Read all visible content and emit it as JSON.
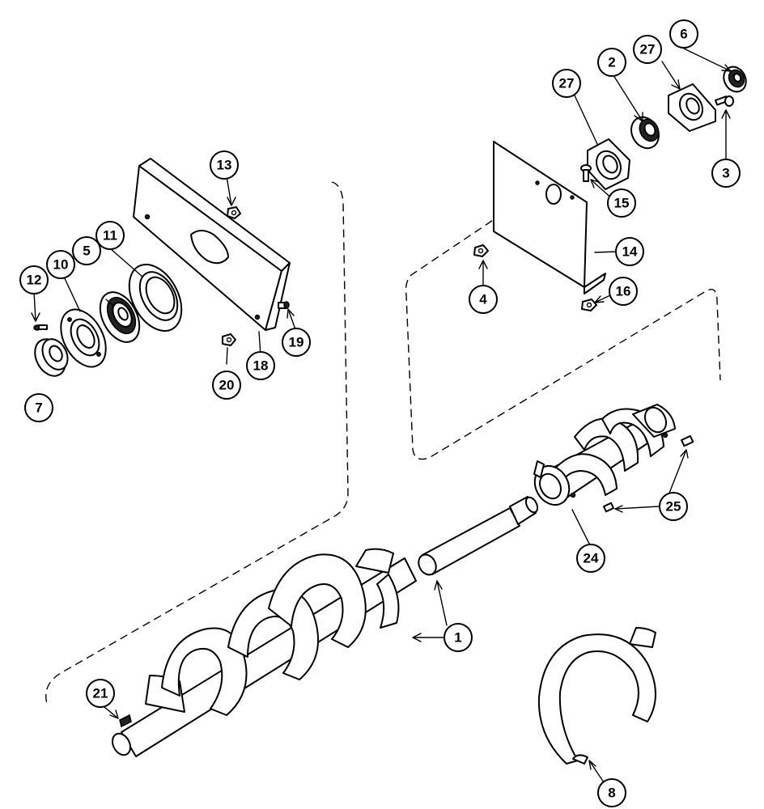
{
  "callouts": [
    {
      "id": "c1",
      "label": "1"
    },
    {
      "id": "c2",
      "label": "2"
    },
    {
      "id": "c3",
      "label": "3"
    },
    {
      "id": "c4",
      "label": "4"
    },
    {
      "id": "c5",
      "label": "5"
    },
    {
      "id": "c6",
      "label": "6"
    },
    {
      "id": "c7",
      "label": "7"
    },
    {
      "id": "c8",
      "label": "8"
    },
    {
      "id": "c10",
      "label": "10"
    },
    {
      "id": "c11",
      "label": "11"
    },
    {
      "id": "c12",
      "label": "12"
    },
    {
      "id": "c13",
      "label": "13"
    },
    {
      "id": "c14",
      "label": "14"
    },
    {
      "id": "c15",
      "label": "15"
    },
    {
      "id": "c16",
      "label": "16"
    },
    {
      "id": "c18",
      "label": "18"
    },
    {
      "id": "c19",
      "label": "19"
    },
    {
      "id": "c20",
      "label": "20"
    },
    {
      "id": "c21",
      "label": "21"
    },
    {
      "id": "c24",
      "label": "24"
    },
    {
      "id": "c25",
      "label": "25"
    },
    {
      "id": "c27a",
      "label": "27"
    },
    {
      "id": "c27b",
      "label": "27"
    }
  ]
}
